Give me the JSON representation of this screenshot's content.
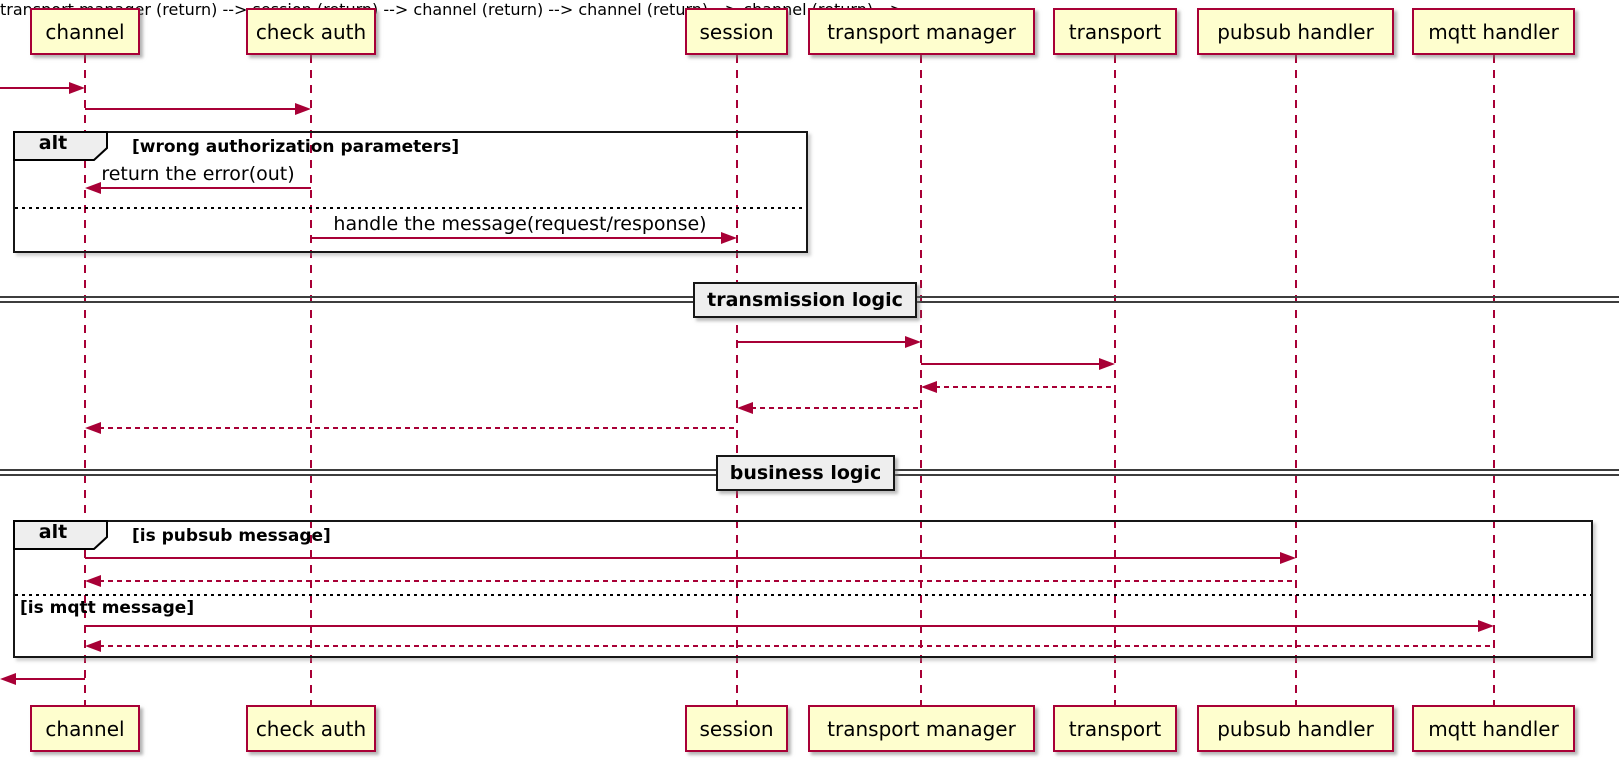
{
  "diagram": {
    "kind": "sequence-diagram",
    "style": "plantuml"
  },
  "colors": {
    "background": "#FFFFFF",
    "participant_fill": "#FEFECE",
    "stroke": "#A80036",
    "frame_border": "#161616",
    "fragment_label_fill": "#EEEEEE",
    "divider_fill": "#EEEEEE",
    "text": "#000000"
  },
  "participants": {
    "items": [
      {
        "label": "channel"
      },
      {
        "label": "check auth"
      },
      {
        "label": "session"
      },
      {
        "label": "transport manager"
      },
      {
        "label": "transport"
      },
      {
        "label": "pubsub handler"
      },
      {
        "label": "mqtt handler"
      }
    ]
  },
  "frames": {
    "auth": {
      "keyword": "alt",
      "condition": "[wrong authorization parameters]"
    },
    "routing": {
      "keyword": "alt",
      "condition": "[is pubsub message]",
      "else_condition": "[is mqtt message]"
    }
  },
  "dividers": {
    "transmission": {
      "label": "transmission logic"
    },
    "business": {
      "label": "business logic"
    }
  },
  "messages": {
    "return_error": {
      "label": "return the error(out)",
      "from": "check auth",
      "to": "channel",
      "style": "solid"
    },
    "handle_message": {
      "label": "handle the message(request/response)",
      "from": "check auth",
      "to": "session",
      "style": "solid"
    }
  },
  "flow": [
    {
      "from": "external",
      "to": "channel",
      "style": "solid",
      "label": ""
    },
    {
      "from": "channel",
      "to": "check auth",
      "style": "solid",
      "label": ""
    },
    {
      "from": "check auth",
      "to": "channel",
      "style": "solid",
      "label": "return the error(out)"
    },
    {
      "from": "check auth",
      "to": "session",
      "style": "solid",
      "label": "handle the message(request/response)"
    },
    {
      "from": "session",
      "to": "transport manager",
      "style": "solid",
      "label": ""
    },
    {
      "from": "transport manager",
      "to": "transport",
      "style": "solid",
      "label": ""
    },
    {
      "from": "transport",
      "to": "transport manager",
      "style": "dashed",
      "label": ""
    },
    {
      "from": "transport manager",
      "to": "session",
      "style": "dashed",
      "label": ""
    },
    {
      "from": "session",
      "to": "channel",
      "style": "dashed",
      "label": ""
    },
    {
      "from": "channel",
      "to": "pubsub handler",
      "style": "solid",
      "label": ""
    },
    {
      "from": "pubsub handler",
      "to": "channel",
      "style": "dashed",
      "label": ""
    },
    {
      "from": "channel",
      "to": "mqtt handler",
      "style": "solid",
      "label": ""
    },
    {
      "from": "mqtt handler",
      "to": "channel",
      "style": "dashed",
      "label": ""
    },
    {
      "from": "channel",
      "to": "external",
      "style": "solid",
      "label": ""
    }
  ]
}
